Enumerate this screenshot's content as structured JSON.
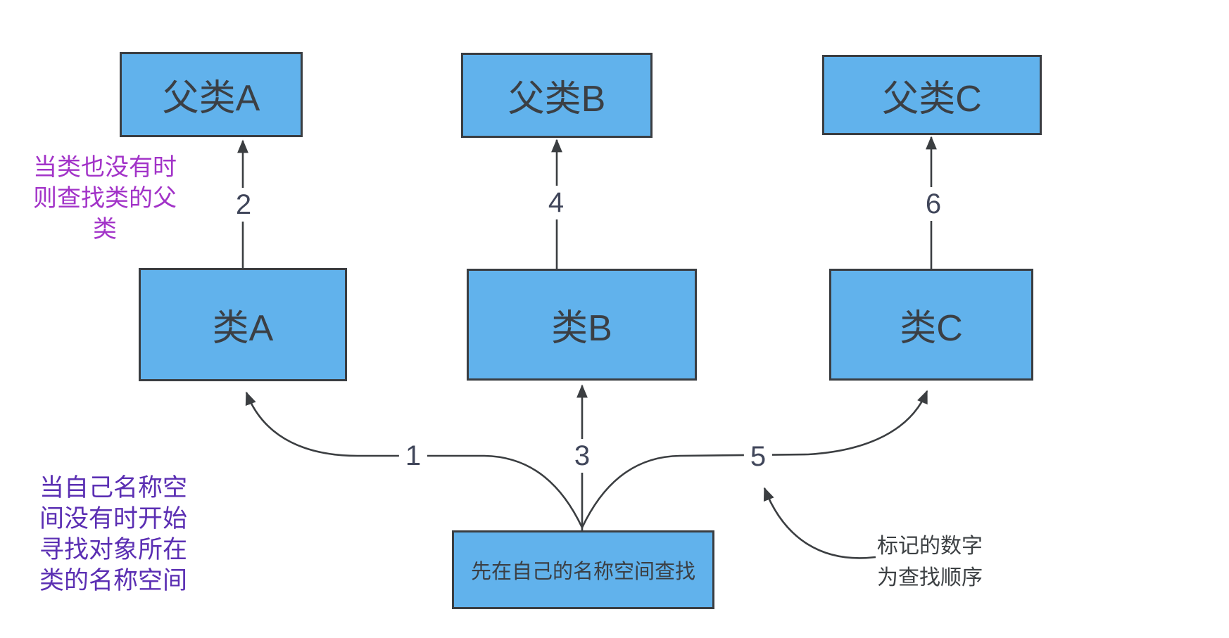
{
  "boxes": {
    "parent_a": "父类A",
    "parent_b": "父类B",
    "parent_c": "父类C",
    "class_a": "类A",
    "class_b": "类B",
    "class_c": "类C",
    "self_namespace": "先在自己的名称空间查找"
  },
  "order_numbers": {
    "n1": "1",
    "n2": "2",
    "n3": "3",
    "n4": "4",
    "n5": "5",
    "n6": "6"
  },
  "annotations": {
    "parent_lookup": {
      "lines": [
        "当类也没有时",
        "则查找类的父",
        "类"
      ]
    },
    "object_lookup": {
      "lines": [
        "当自己名称空",
        "间没有时开始",
        "寻找对象所在",
        "类的名称空间"
      ]
    },
    "order_note": {
      "lines": [
        "标记的数字",
        "为查找顺序"
      ]
    }
  },
  "edges": [
    {
      "order": "1",
      "from": "self_namespace",
      "to": "class_a"
    },
    {
      "order": "2",
      "from": "class_a",
      "to": "parent_a"
    },
    {
      "order": "3",
      "from": "self_namespace",
      "to": "class_b"
    },
    {
      "order": "4",
      "from": "class_b",
      "to": "parent_b"
    },
    {
      "order": "5",
      "from": "self_namespace",
      "to": "class_c"
    },
    {
      "order": "6",
      "from": "class_c",
      "to": "parent_c"
    },
    {
      "order": "",
      "from": "order_note",
      "to": "n5"
    }
  ],
  "colors": {
    "box_fill": "#61b2ec",
    "box_border": "#3a3d41",
    "box_text": "#3b3f44",
    "line": "#3b3e41",
    "num_text": "#40465a",
    "purple_magenta": "#a233c8",
    "purple_indigo": "#5b2fb3",
    "note_text": "#3c4043"
  }
}
